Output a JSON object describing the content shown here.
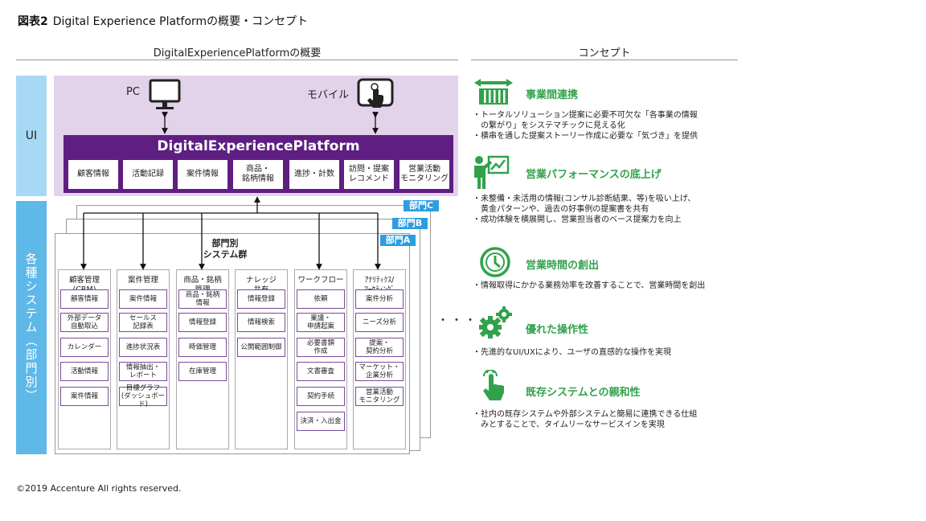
{
  "title": {
    "prefix": "図表2",
    "text": "Digital Experience Platformの概要・コンセプト"
  },
  "section_left": "DigitalExperiencePlatformの概要",
  "section_right": "コンセプト",
  "bands": {
    "ui": "UI",
    "systems": "各種システム（部門別）"
  },
  "devices": {
    "pc": "PC",
    "mobile": "モバイル"
  },
  "dxp": {
    "title": "DigitalExperiencePlatform",
    "boxes": [
      "顧客情報",
      "活動記録",
      "案件情報",
      "商品・\n銘柄情報",
      "進捗・計数",
      "訪問・提案\nレコメンド",
      "営業活動\nモニタリング"
    ]
  },
  "departments": [
    "部門C",
    "部門B",
    "部門A"
  ],
  "systems_title": "部門別\nシステム群",
  "columns": [
    {
      "head": "顧客管理\n(CRM)",
      "items": [
        "顧客情報",
        "外部データ\n自動取込",
        "カレンダー",
        "活動情報",
        "案件情報"
      ]
    },
    {
      "head": "案件管理",
      "items": [
        "案件情報",
        "セールス\n記録表",
        "進捗状況表",
        "情報抽出・\nレポート",
        "目標グラフ\n(ダッシュボード)"
      ]
    },
    {
      "head": "商品・銘柄\n管理",
      "items": [
        "商品・銘柄\n情報",
        "情報登録",
        "時価管理",
        "在庫管理"
      ]
    },
    {
      "head": "ナレッジ\n共有",
      "items": [
        "情報登録",
        "情報検索",
        "公開範囲制御"
      ]
    },
    {
      "head": "ワークフロー",
      "items": [
        "依頼",
        "稟議・\n申請起案",
        "必要書類\n作成",
        "文書審査",
        "契約手続",
        "決済・入出金"
      ]
    },
    {
      "head": "ｱﾅﾘﾃｨｸｽ/\nﾏｰｹﾃｨﾝｸﾞ",
      "items": [
        "案件分析",
        "ニーズ分析",
        "提案・\n契約分析",
        "マーケット・\n企業分析",
        "営業活動\nモニタリング"
      ]
    }
  ],
  "ellipsis": "・・・",
  "concepts": [
    {
      "icon": "link-bars-icon",
      "title": "事業間連携",
      "bullets": [
        "・トータルソリューション提案に必要不可欠な「各事業の情報",
        "　の繋がり」をシステマチックに見える化",
        "・横串を通した提案ストーリー作成に必要な「気づき」を提供"
      ]
    },
    {
      "icon": "presenter-chart-icon",
      "title": "営業パフォーマンスの底上げ",
      "bullets": [
        "・未整備・未活用の情報(コンサル診断結果、等)を吸い上げ、",
        "　黄金パターンや、過去の好事例の提案書を共有",
        "・成功体験を横展開し、営業担当者のベース提案力を向上"
      ]
    },
    {
      "icon": "clock-icon",
      "title": "営業時間の創出",
      "bullets": [
        "・情報取得にかかる業務効率を改善することで、営業時間を創出"
      ]
    },
    {
      "icon": "gears-icon",
      "title": "優れた操作性",
      "bullets": [
        "・先進的なUI/UXにより、ユーザの直感的な操作を実現"
      ]
    },
    {
      "icon": "tap-hand-icon",
      "title": "既存システムとの親和性",
      "bullets": [
        "・社内の既存システムや外部システムと簡易に連携できる仕組",
        "　みとすることで、タイムリーなサービスインを実現"
      ]
    }
  ],
  "colors": {
    "purple": "#5e1e82",
    "lavender": "#e2d3ea",
    "blue": "#2d9de0",
    "lightblue": "#a8d9f4",
    "green": "#31a24c"
  },
  "copyright": "©2019 Accenture All rights reserved."
}
